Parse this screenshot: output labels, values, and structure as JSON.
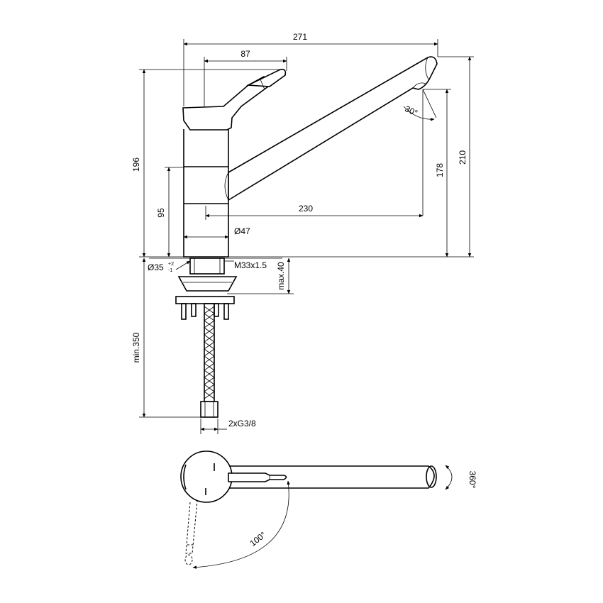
{
  "dimensions": {
    "total_width": "271",
    "lever_offset": "87",
    "height_lever": "196",
    "base_height": "95",
    "spout_reach": "230",
    "spout_outlet_height": "178",
    "total_height": "210",
    "body_diameter": "Ø47",
    "hole_diameter": "Ø35",
    "hole_tol_plus": "+2",
    "hole_tol_minus": "-1",
    "thread": "M33x1.5",
    "deck_thickness": "max.40",
    "hose_length": "min.350",
    "connection": "2xG3/8",
    "spout_angle": "30°",
    "swivel": "360°",
    "lever_angle": "100°"
  }
}
